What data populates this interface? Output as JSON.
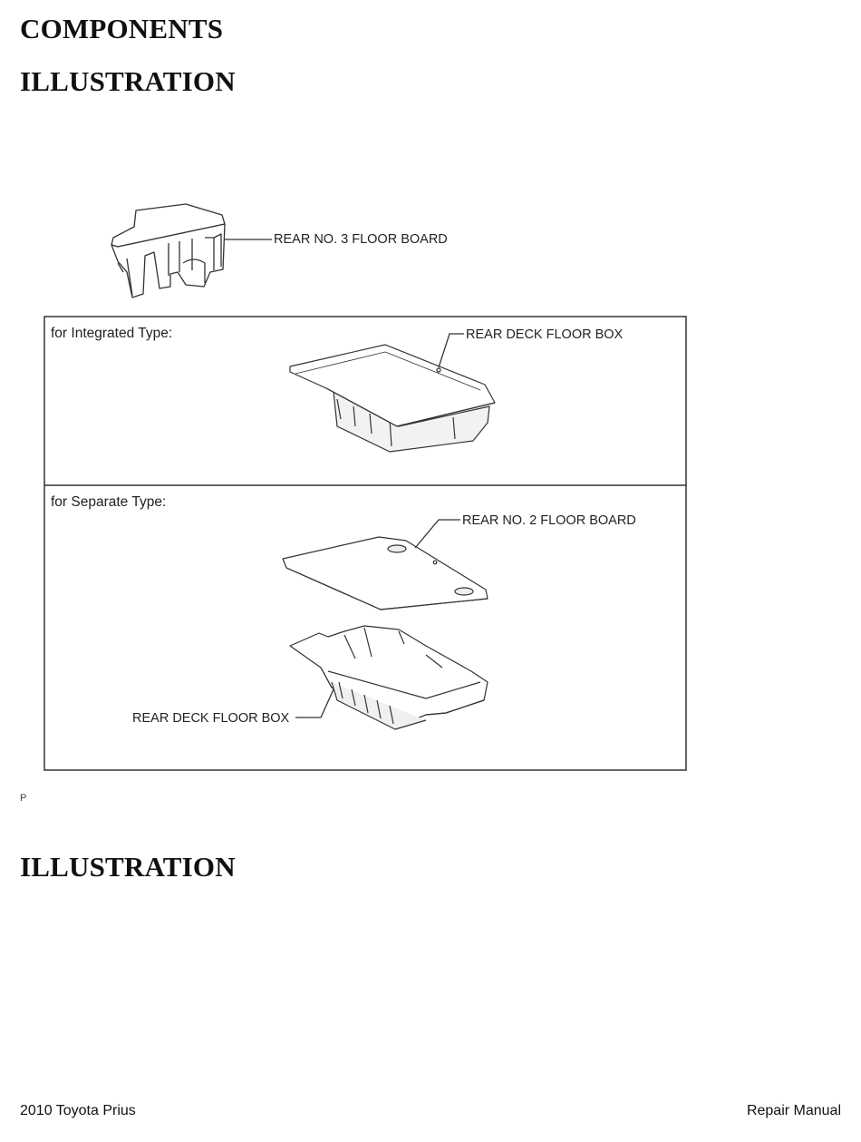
{
  "page": {
    "title": "COMPONENTS",
    "section_heading_1": "ILLUSTRATION",
    "section_heading_2": "ILLUSTRATION"
  },
  "illustration": {
    "top_part_label": "REAR NO. 3 FLOOR BOARD",
    "integrated": {
      "caption": "for Integrated Type:",
      "part_label": "REAR DECK FLOOR BOX"
    },
    "separate": {
      "caption": "for Separate Type:",
      "board_label": "REAR NO. 2 FLOOR BOARD",
      "box_label": "REAR DECK FLOOR BOX"
    },
    "figure_code": "P"
  },
  "footer": {
    "left": "2010 Toyota Prius",
    "right": "Repair Manual"
  },
  "colors": {
    "ink": "#111111",
    "line": "#333333",
    "shade": "#d9d9d9"
  }
}
